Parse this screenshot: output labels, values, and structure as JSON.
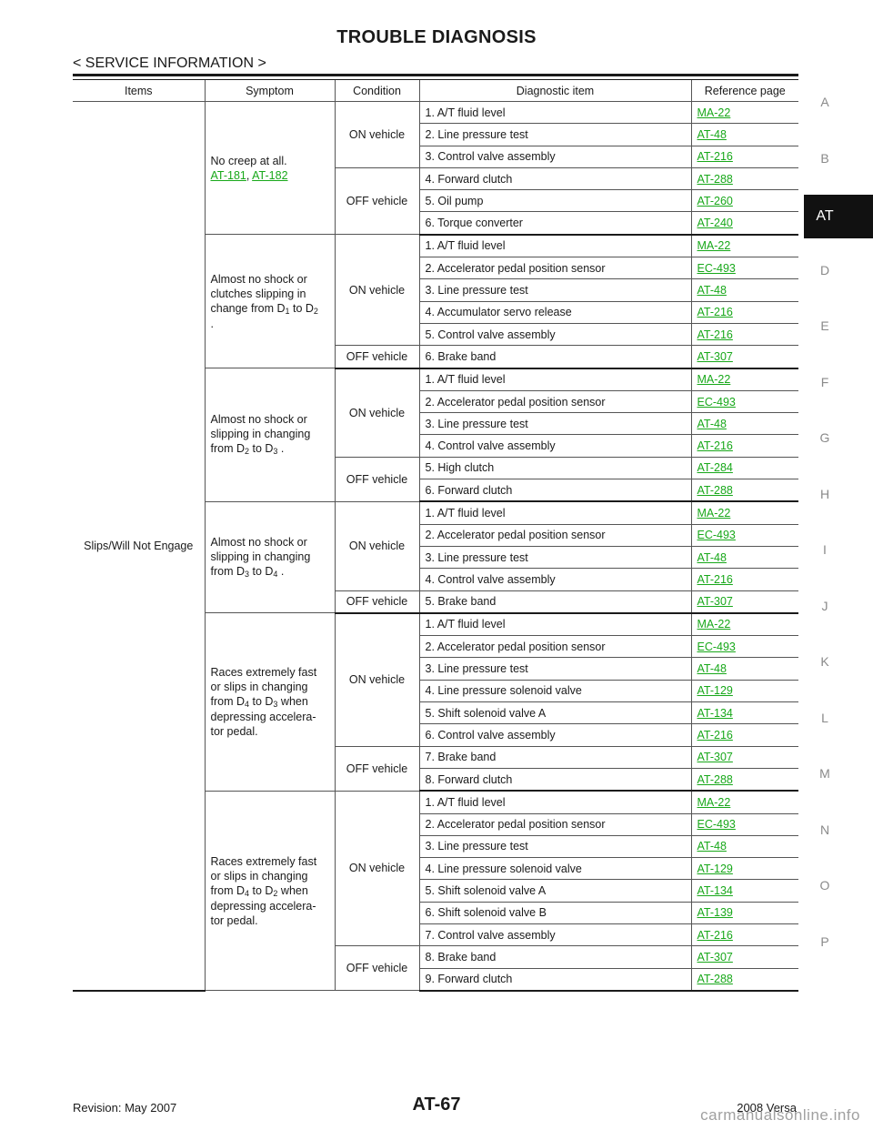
{
  "header": {
    "title": "TROUBLE DIAGNOSIS",
    "subtitle": "< SERVICE INFORMATION >"
  },
  "table": {
    "columns": [
      "Items",
      "Symptom",
      "Condition",
      "Diagnostic item",
      "Reference page"
    ],
    "item_label": "Slips/Will Not Engage",
    "groups": [
      {
        "symptom_lines": [
          "No creep at all."
        ],
        "symptom_links": [
          "AT-181",
          "AT-182"
        ],
        "conditions": [
          {
            "label": "ON vehicle",
            "rows": [
              {
                "item": "1. A/T fluid level",
                "ref": "MA-22"
              },
              {
                "item": "2. Line pressure test",
                "ref": "AT-48"
              },
              {
                "item": "3. Control valve assembly",
                "ref": "AT-216"
              }
            ]
          },
          {
            "label": "OFF vehicle",
            "rows": [
              {
                "item": "4. Forward clutch",
                "ref": "AT-288"
              },
              {
                "item": "5. Oil pump",
                "ref": "AT-260"
              },
              {
                "item": "6. Torque converter",
                "ref": "AT-240"
              }
            ]
          }
        ]
      },
      {
        "symptom_lines": [
          "Almost no shock or",
          "clutches slipping in",
          "change from D[1]  to D[2]",
          "."
        ],
        "conditions": [
          {
            "label": "ON vehicle",
            "rows": [
              {
                "item": "1. A/T fluid level",
                "ref": "MA-22"
              },
              {
                "item": "2. Accelerator pedal position sensor",
                "ref": "EC-493"
              },
              {
                "item": "3. Line pressure test",
                "ref": "AT-48"
              },
              {
                "item": "4. Accumulator servo release",
                "ref": "AT-216"
              },
              {
                "item": "5. Control valve assembly",
                "ref": "AT-216"
              }
            ]
          },
          {
            "label": "OFF vehicle",
            "rows": [
              {
                "item": "6. Brake band",
                "ref": "AT-307"
              }
            ]
          }
        ]
      },
      {
        "symptom_lines": [
          "Almost no shock or",
          "slipping in changing",
          "from D[2]  to D[3] ."
        ],
        "conditions": [
          {
            "label": "ON vehicle",
            "rows": [
              {
                "item": "1. A/T fluid level",
                "ref": "MA-22"
              },
              {
                "item": "2. Accelerator pedal position sensor",
                "ref": "EC-493"
              },
              {
                "item": "3. Line pressure test",
                "ref": "AT-48"
              },
              {
                "item": "4. Control valve assembly",
                "ref": "AT-216"
              }
            ]
          },
          {
            "label": "OFF vehicle",
            "rows": [
              {
                "item": "5. High clutch",
                "ref": "AT-284"
              },
              {
                "item": "6. Forward clutch",
                "ref": "AT-288"
              }
            ]
          }
        ]
      },
      {
        "symptom_lines": [
          "Almost no shock or",
          "slipping in changing",
          "from D[3]  to D[4] ."
        ],
        "conditions": [
          {
            "label": "ON vehicle",
            "rows": [
              {
                "item": "1. A/T fluid level",
                "ref": "MA-22"
              },
              {
                "item": "2. Accelerator pedal position sensor",
                "ref": "EC-493"
              },
              {
                "item": "3. Line pressure test",
                "ref": "AT-48"
              },
              {
                "item": "4. Control valve assembly",
                "ref": "AT-216"
              }
            ]
          },
          {
            "label": "OFF vehicle",
            "rows": [
              {
                "item": "5. Brake band",
                "ref": "AT-307"
              }
            ]
          }
        ]
      },
      {
        "symptom_lines": [
          "Races extremely fast",
          "or slips in changing",
          "from D[4]  to D[3]  when",
          "depressing accelera-",
          "tor pedal."
        ],
        "conditions": [
          {
            "label": "ON vehicle",
            "rows": [
              {
                "item": "1. A/T fluid level",
                "ref": "MA-22"
              },
              {
                "item": "2. Accelerator pedal position sensor",
                "ref": "EC-493"
              },
              {
                "item": "3. Line pressure test",
                "ref": "AT-48"
              },
              {
                "item": "4. Line pressure solenoid valve",
                "ref": "AT-129"
              },
              {
                "item": "5. Shift solenoid valve A",
                "ref": "AT-134"
              },
              {
                "item": "6. Control valve assembly",
                "ref": "AT-216"
              }
            ]
          },
          {
            "label": "OFF vehicle",
            "rows": [
              {
                "item": "7. Brake band",
                "ref": "AT-307"
              },
              {
                "item": "8. Forward clutch",
                "ref": "AT-288"
              }
            ]
          }
        ]
      },
      {
        "symptom_lines": [
          "Races extremely fast",
          "or slips in changing",
          "from D[4]  to D[2]  when",
          "depressing accelera-",
          "tor pedal."
        ],
        "conditions": [
          {
            "label": "ON vehicle",
            "rows": [
              {
                "item": "1. A/T fluid level",
                "ref": "MA-22"
              },
              {
                "item": "2. Accelerator pedal position sensor",
                "ref": "EC-493"
              },
              {
                "item": "3. Line pressure test",
                "ref": "AT-48"
              },
              {
                "item": "4. Line pressure solenoid valve",
                "ref": "AT-129"
              },
              {
                "item": "5. Shift solenoid valve A",
                "ref": "AT-134"
              },
              {
                "item": "6. Shift solenoid valve B",
                "ref": "AT-139"
              },
              {
                "item": "7. Control valve assembly",
                "ref": "AT-216"
              }
            ]
          },
          {
            "label": "OFF vehicle",
            "rows": [
              {
                "item": "8. Brake band",
                "ref": "AT-307"
              },
              {
                "item": "9. Forward clutch",
                "ref": "AT-288"
              }
            ]
          }
        ]
      }
    ]
  },
  "side_index": {
    "letters": [
      "A",
      "B",
      "AT",
      "D",
      "E",
      "F",
      "G",
      "H",
      "I",
      "J",
      "K",
      "L",
      "M",
      "N",
      "O",
      "P"
    ],
    "active": "AT"
  },
  "footer": {
    "revision": "Revision: May 2007",
    "page": "AT-67",
    "model": "2008 Versa",
    "watermark": "carmanualsonline.info"
  },
  "colors": {
    "link": "#18a81a",
    "tab_bg": "#111111",
    "side_letters": "#8a8a8a"
  }
}
